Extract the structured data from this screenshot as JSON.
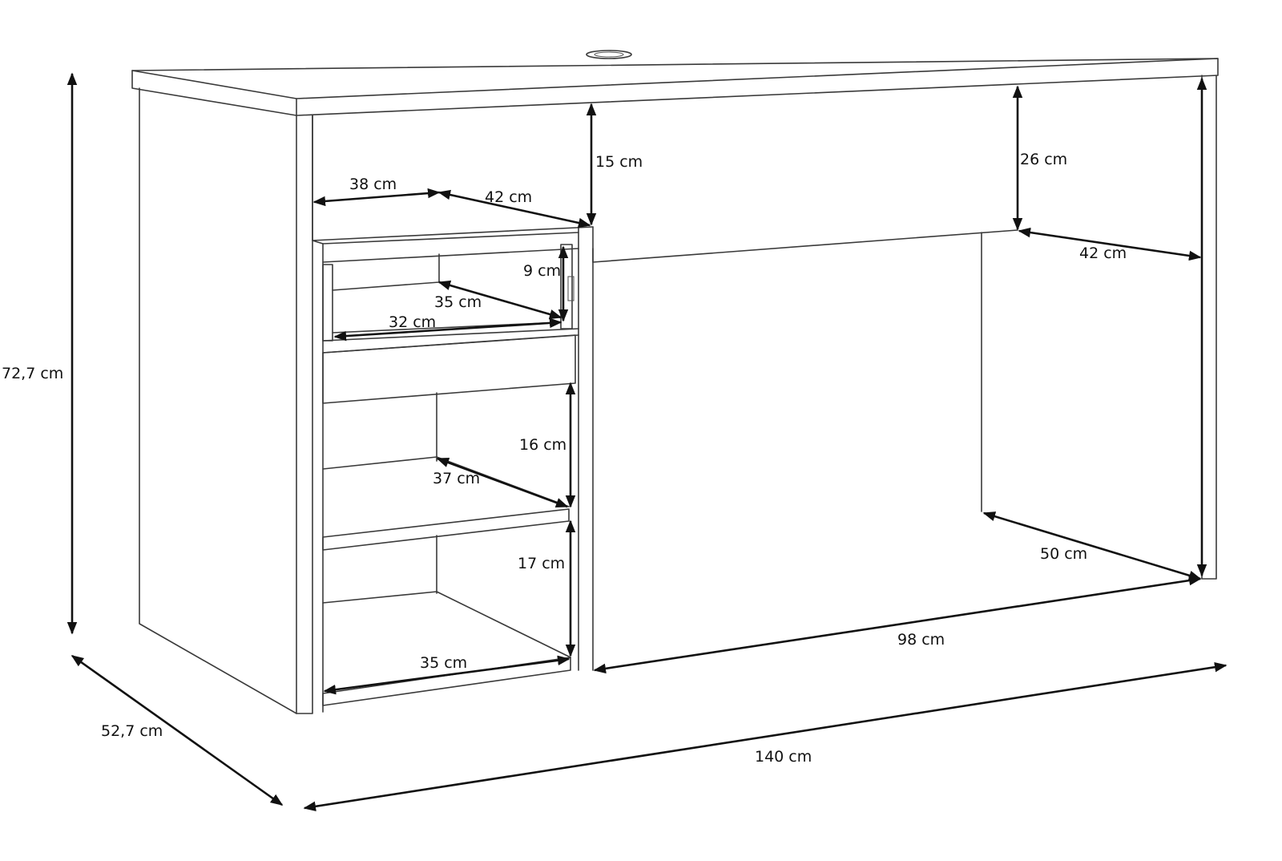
{
  "colors": {
    "line": "#3a3a3a",
    "dimension": "#111111",
    "background": "#ffffff"
  },
  "dimensions": {
    "height_total": "72,7 cm",
    "depth_total": "52,7 cm",
    "width_total": "140 cm",
    "knee_width": "98 cm",
    "knee_depth": "50 cm",
    "under_top_depth": "42 cm",
    "modesty_panel_height": "26 cm",
    "top_opening_height": "15 cm",
    "top_opening_width": "38 cm",
    "top_opening_depth": "42 cm",
    "drawer_height": "9 cm",
    "drawer_depth": "35 cm",
    "drawer_width": "32 cm",
    "shelf1_height": "16 cm",
    "shelf1_depth": "37 cm",
    "shelf2_height": "17 cm",
    "bottom_width": "35 cm"
  }
}
